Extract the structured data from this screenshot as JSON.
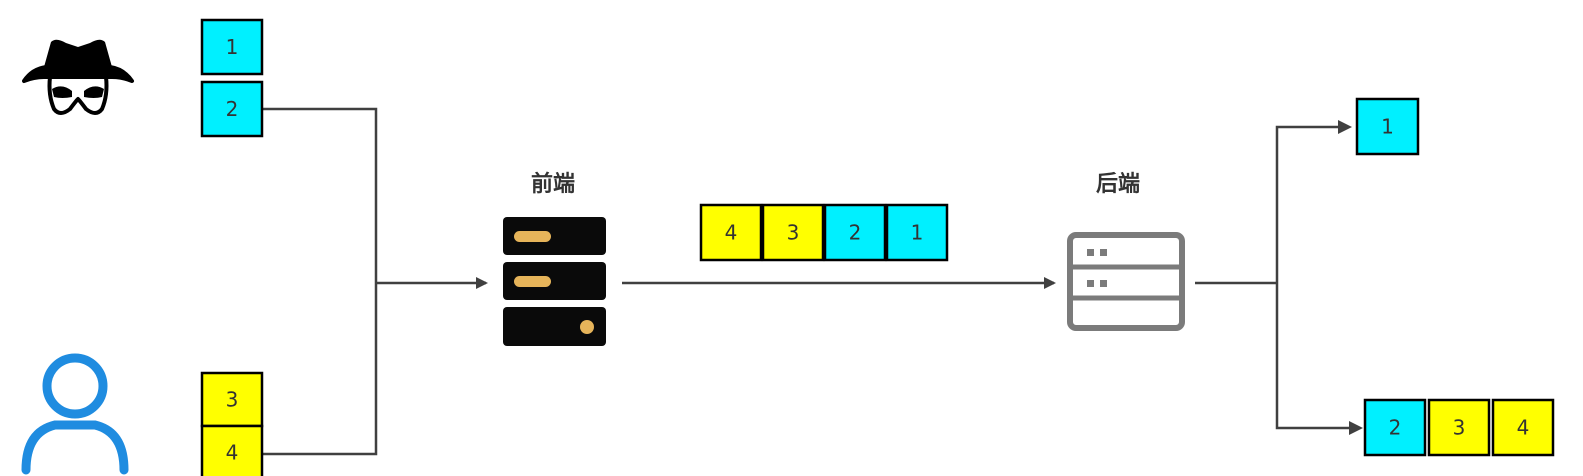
{
  "colors": {
    "cyan": "#00f0ff",
    "yellow": "#ffff00",
    "line": "#404040",
    "user_icon": "#1f8ce0",
    "server_dark": "#0a0a0a",
    "server_light": "#e6b45a",
    "backend_gray": "#7b7b7b"
  },
  "icons": {
    "attacker": "spy-icon",
    "user": "user-icon",
    "frontend": "server-dark-icon",
    "backend": "server-outline-icon"
  },
  "labels": {
    "frontend": "前端",
    "backend": "后端"
  },
  "packets": {
    "attacker": [
      {
        "text": "1",
        "color": "cyan"
      },
      {
        "text": "2",
        "color": "cyan"
      }
    ],
    "user": [
      {
        "text": "3",
        "color": "yellow"
      },
      {
        "text": "4",
        "color": "yellow"
      }
    ],
    "pipeline": [
      {
        "text": "4",
        "color": "yellow"
      },
      {
        "text": "3",
        "color": "yellow"
      },
      {
        "text": "2",
        "color": "cyan"
      },
      {
        "text": "1",
        "color": "cyan"
      }
    ],
    "out_top": [
      {
        "text": "1",
        "color": "cyan"
      }
    ],
    "out_bottom": [
      {
        "text": "2",
        "color": "cyan"
      },
      {
        "text": "3",
        "color": "yellow"
      },
      {
        "text": "4",
        "color": "yellow"
      }
    ]
  }
}
